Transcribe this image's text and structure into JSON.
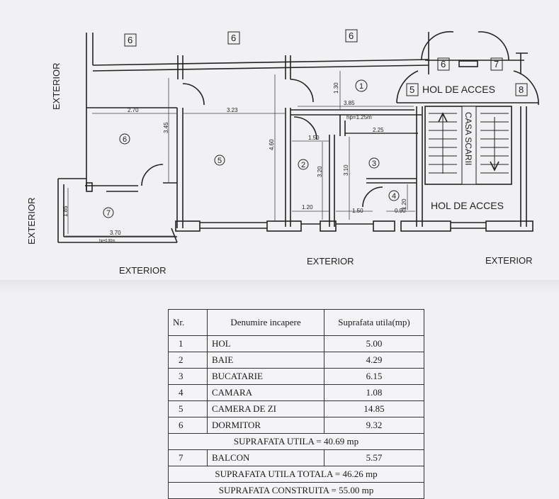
{
  "plan": {
    "exterior_labels": [
      "EXTERIOR",
      "EXTERIOR",
      "EXTERIOR",
      "EXTERIOR",
      "EXTERIOR"
    ],
    "room_numbers": [
      "1",
      "2",
      "3",
      "4",
      "5",
      "6",
      "7"
    ],
    "box_numbers": [
      "6",
      "6",
      "6",
      "6",
      "7",
      "5",
      "8"
    ],
    "hol_de_acces": "HOL DE ACCES",
    "casa_scarii": "CASA SCARII",
    "dimensions": [
      "2.70",
      "3.23",
      "3.45",
      "4.60",
      "1.30",
      "3.85",
      "hp=1.25m",
      "2.25",
      "1.50",
      "3.20",
      "3.10",
      "1.20",
      "1.20",
      "1.50",
      "0.90",
      "1.85",
      "3.70",
      "hp=0.90m"
    ]
  },
  "table": {
    "headers": [
      "Nr.",
      "Denumire incapere",
      "Suprafata utila(mp)"
    ],
    "rows": [
      {
        "nr": "1",
        "name": "HOL",
        "area": "5.00"
      },
      {
        "nr": "2",
        "name": "BAIE",
        "area": "4.29"
      },
      {
        "nr": "3",
        "name": "BUCATARIE",
        "area": "6.15"
      },
      {
        "nr": "4",
        "name": "CAMARA",
        "area": "1.08"
      },
      {
        "nr": "5",
        "name": "CAMERA DE ZI",
        "area": "14.85"
      },
      {
        "nr": "6",
        "name": "DORMITOR",
        "area": "9.32"
      }
    ],
    "suprafata_utila": "SUPRAFATA  UTILA  =  40.69 mp",
    "balcon_row": {
      "nr": "7",
      "name": "BALCON",
      "area": "5.57"
    },
    "suprafata_utila_totala": "SUPRAFATA  UTILA  TOTALA = 46.26 mp",
    "suprafata_construita": "SUPRAFATA  CONSTRUITA = 55.00 mp"
  }
}
